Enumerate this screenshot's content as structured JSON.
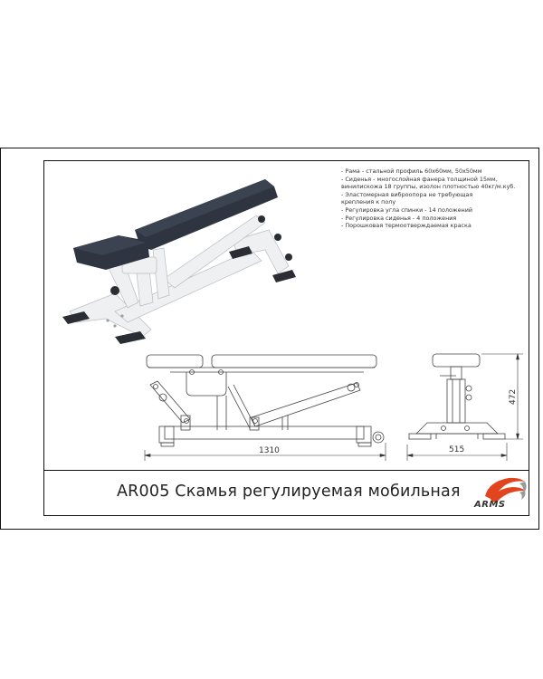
{
  "document": {
    "title": "AR005 Скамья регулируемая мобильная",
    "brand": "ARMS",
    "colors": {
      "frame_line": "#111111",
      "seat_pad": "#2e3440",
      "frame_steel": "#eef0f2",
      "logo_red": "#e2451e",
      "logo_gray": "#8a8a8a",
      "text": "#333333"
    }
  },
  "specs": [
    "- Рама - стальной профиль 60х60мм, 50х50мм",
    "- Сиденья - многослойная фанера толщиной 15мм,",
    "винилискожа 18 группы, изолон плотностью 40кг/м.куб.",
    "- Эластомерная виброопора не требующая",
    "крепления к полу",
    "- Регулировка угла спинки - 14  положений",
    "- Регулировка сиденья - 4 положения",
    "- Порошковая термоотверждаемая краска"
  ],
  "dimensions": {
    "length": "1310",
    "width": "515",
    "height": "472"
  },
  "views": {
    "render": "3d-render-bench",
    "side": "side-view-drawing",
    "front": "front-view-drawing"
  }
}
